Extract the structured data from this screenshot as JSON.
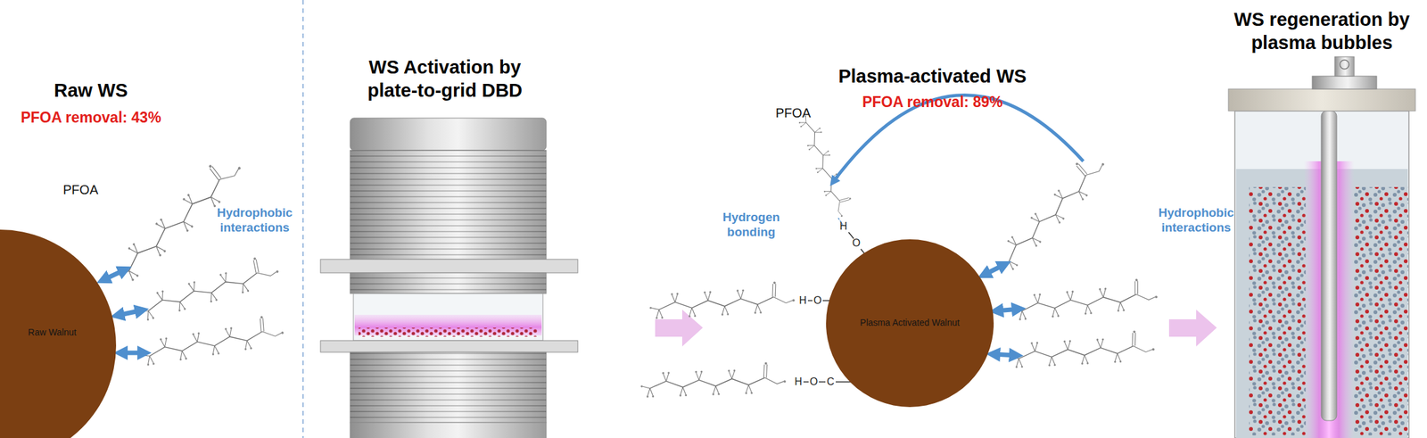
{
  "diagram": {
    "nodes": [
      {
        "text": [
          "Raw Walnut"
        ]
      },
      {
        "text": [
          "Plasma Activated Walnut"
        ]
      }
    ],
    "labels": [
      "Raw WS",
      "PFOA removal: 43%",
      "PFOA",
      "Hydrophobic interactions",
      "WS Activation by plate-to-grid DBD",
      "Plasma-activated WS",
      "PFOA removal: 89%",
      "PFOA",
      "Hydrogen bonding",
      "H",
      "O",
      "H",
      "O",
      "H",
      "O",
      "C",
      "Hydrophobic interactions",
      "WS regeneration by plasma bubbles"
    ]
  }
}
